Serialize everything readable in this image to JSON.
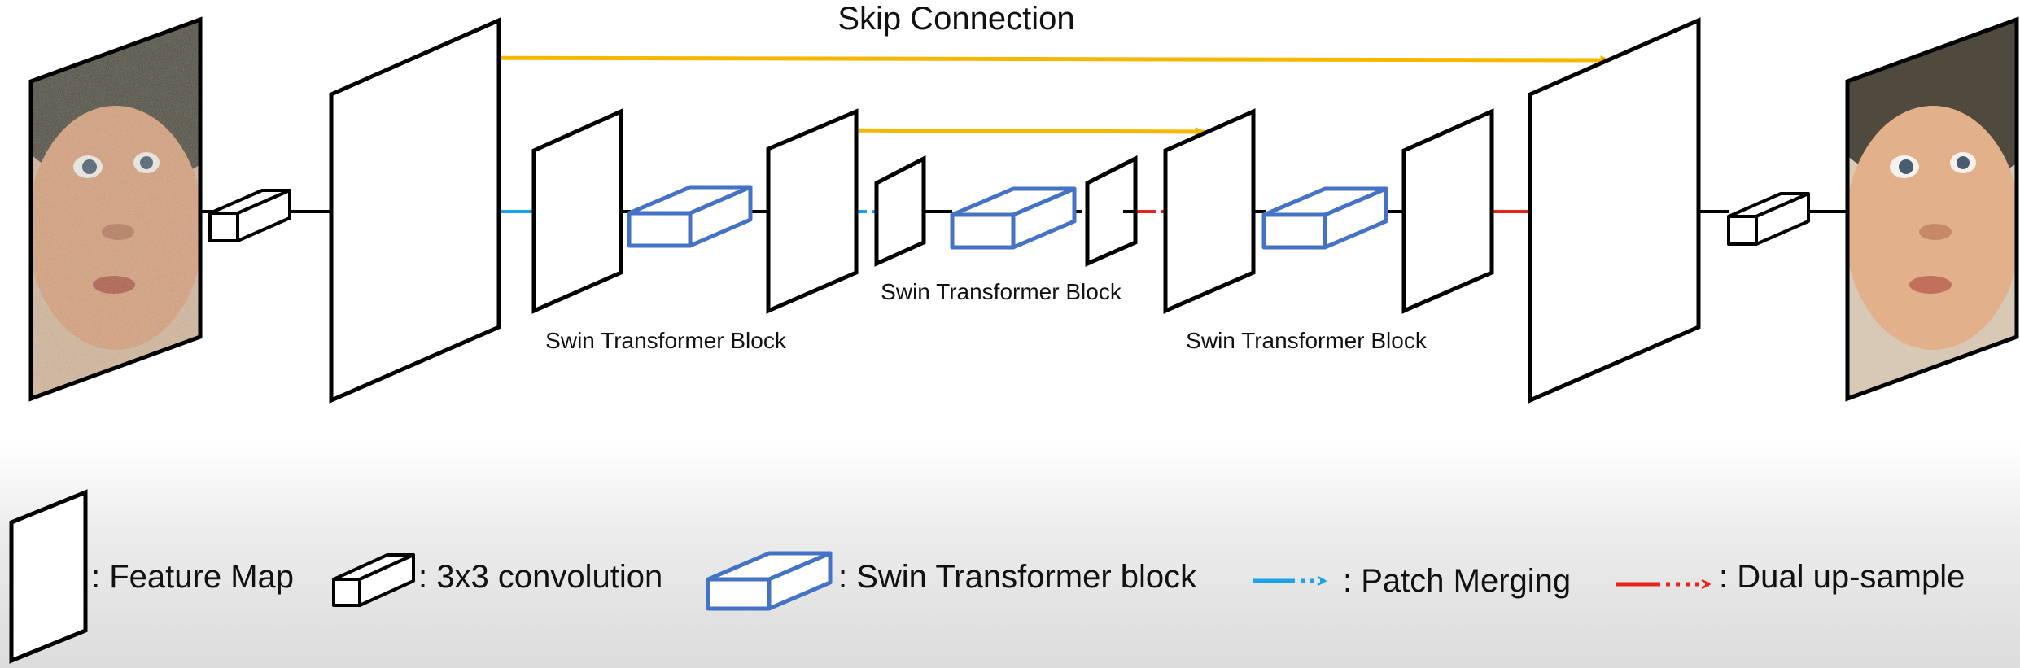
{
  "diagram": {
    "skip_label": "Skip Connection",
    "block_labels": [
      "Swin Transformer Block",
      "Swin Transformer Block",
      "Swin Transformer Block"
    ]
  },
  "legend": {
    "feature_map": ": Feature Map",
    "conv": ": 3x3 convolution",
    "swin": ": Swin Transformer block",
    "patch_merging": ": Patch Merging",
    "dual_upsample": ": Dual up-sample"
  },
  "colors": {
    "skip": "#F5B800",
    "patch_merging": "#1AA3E8",
    "dual_upsample": "#E8231A",
    "swin_block": "#4472C4",
    "line": "#000000"
  },
  "icons": {
    "input_image": "noisy-baby-face-image",
    "output_image": "clean-baby-face-image"
  }
}
